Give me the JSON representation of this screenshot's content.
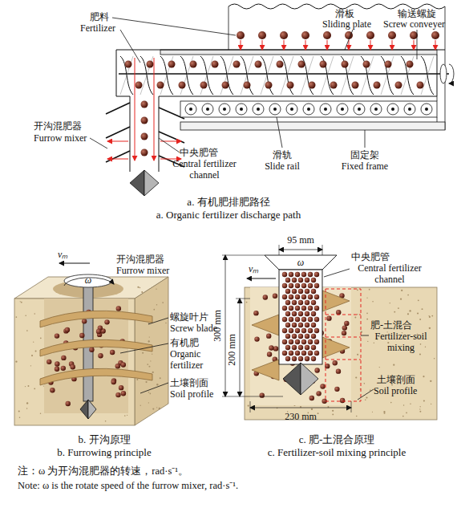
{
  "diagram": {
    "labels": [
      "肥料",
      "Fertilizer",
      "滑板",
      "Sliding plate",
      "输送螺旋",
      "Screw conveyer",
      "开沟混肥器",
      "Furrow mixer",
      "中央肥管",
      "Central fertilizer channel",
      "滑轨",
      "Slide rail",
      "固定架",
      "Fixed frame",
      "a. 有机肥排肥路径",
      "a. Organic fertilizer discharge path",
      "vₘ",
      "开沟混肥器",
      "Furrow mixer",
      "ω",
      "螺旋叶片",
      "Screw blade",
      "有机肥",
      "Organic fertilizer",
      "土壤剖面",
      "Soil profile",
      "b. 开沟原理",
      "b. Furrowing principle",
      "95 mm",
      "ω",
      "vₘ",
      "中央肥管",
      "Central fertilizer channel",
      "300 mm",
      "200 mm",
      "肥-土混合",
      "Fertilizer-soil mixing",
      "土壤剖面",
      "Soil profile",
      "230 mm",
      "c. 肥-土混合原理",
      "c. Fertilizer-soil mixing principle",
      "注：ω 为开沟混肥器的转速，rad·s⁻¹。",
      "Note: ω is the rotate speed of the furrow mixer, rad·s⁻¹."
    ]
  }
}
